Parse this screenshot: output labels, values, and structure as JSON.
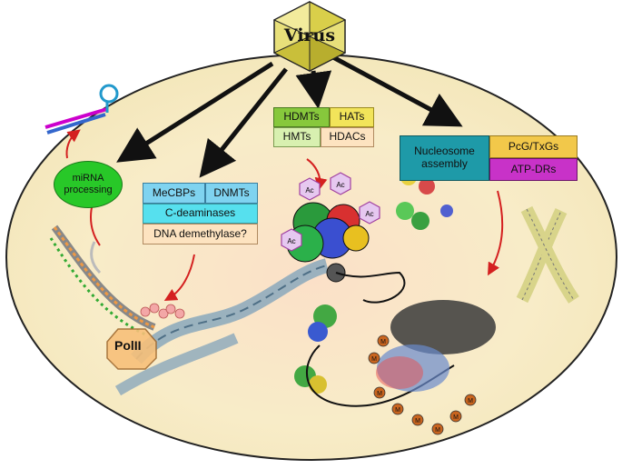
{
  "virus": {
    "label": "Virus"
  },
  "mirna": {
    "line1": "miRNA",
    "line2": "processing"
  },
  "dna_modifiers": {
    "mecbps": "MeCBPs",
    "dnmts": "DNMTs",
    "cdeaminases": "C-deaminases",
    "demethylase": "DNA demethylase?"
  },
  "histone_modifiers": {
    "hdmts": "HDMTs",
    "hats": "HATs",
    "hmts": "HMTs",
    "hdacs": "HDACs"
  },
  "chromatin_remodeling": {
    "nucleosome_line1": "Nucleosome",
    "nucleosome_line2": "assembly",
    "pcg": "PcG/TxGs",
    "atpdrs": "ATP-DRs"
  },
  "polymerase": {
    "label": "PolII"
  },
  "histone_tag": "Ac",
  "methyl_tag": "M",
  "colors": {
    "cell": "#f8ecc4",
    "green": "#28c828",
    "blue_box": "#7fd3f0",
    "cyan_box": "#56e0ee",
    "yellow_box": "#f2e45a",
    "peach_box": "#fde3c0",
    "green_box": "#87c83c",
    "pale_green_box": "#d8f0b0",
    "teal_box": "#1e9aa8",
    "magenta_box": "#c832c8",
    "arrow_red": "#d42020"
  }
}
